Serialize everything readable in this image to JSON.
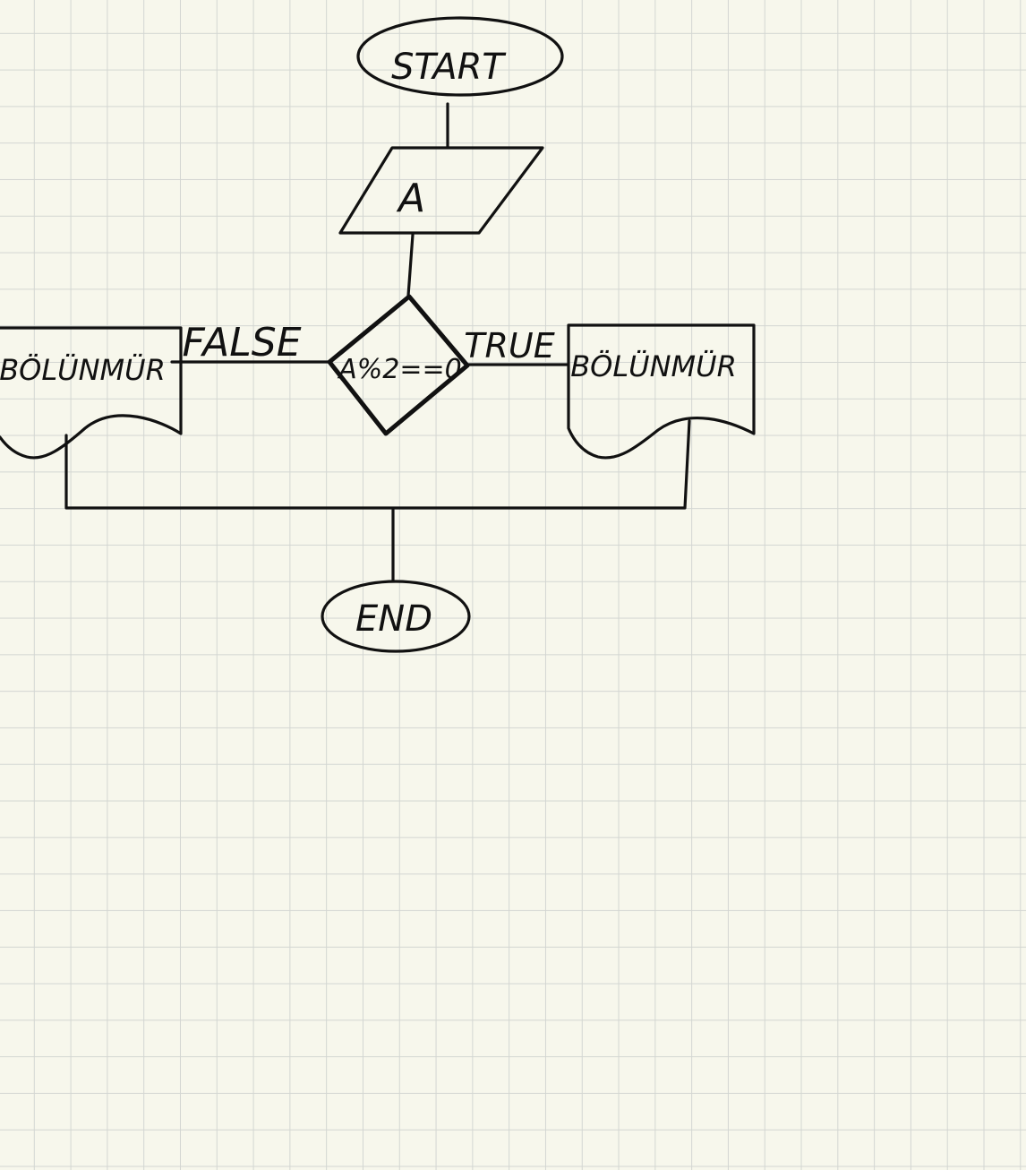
{
  "flowchart": {
    "start": {
      "label": "START"
    },
    "input": {
      "label": "A"
    },
    "decision": {
      "label": "A%2==0"
    },
    "false_branch": {
      "edge_label": "FALSE",
      "output_label": "BÖLÜNMÜR"
    },
    "true_branch": {
      "edge_label": "TRUE",
      "output_label": "BÖLÜNMÜR"
    },
    "end": {
      "label": "END"
    }
  },
  "colors": {
    "paper": "#f7f7ec",
    "grid": "#d3d6d2",
    "ink": "#111111"
  }
}
